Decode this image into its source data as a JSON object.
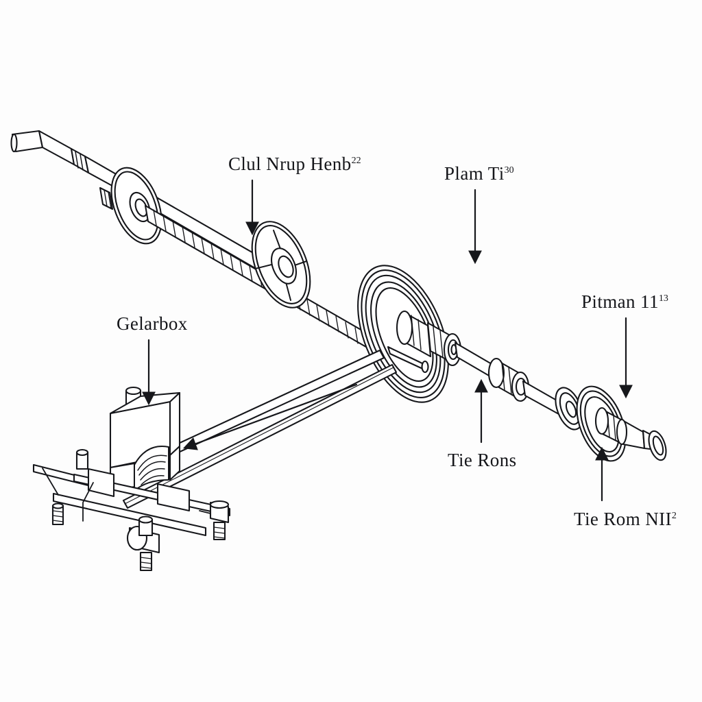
{
  "figure": {
    "kind": "exploded-mechanical-assembly-line-drawing",
    "background_color": "#fdfdfd",
    "ink_color": "#16171b",
    "description": "Isometric line drawing of a steering / drive shaft assembly with wheels, gearbox and tie rods"
  },
  "labels": [
    {
      "id": "clutch-nrup-henb",
      "text": "Clul Nrup Henb",
      "superscript": "22",
      "leader": "vertical-arrow-down"
    },
    {
      "id": "plam-ti",
      "text": "Plam Ti",
      "superscript": "30",
      "leader": "vertical-arrow-down"
    },
    {
      "id": "pitman",
      "text": "Pitman 11",
      "superscript": "13",
      "leader": "vertical-arrow-down"
    },
    {
      "id": "gearbox",
      "text": "Gelarbox",
      "superscript": "",
      "leader": "vertical-arrow-down"
    },
    {
      "id": "tie-rons",
      "text": "Tie Rons",
      "superscript": "",
      "leader": "vertical-arrow-up"
    },
    {
      "id": "tie-rom-nii",
      "text": "Tie Rom NII",
      "superscript": "2",
      "leader": "vertical-arrow-up"
    }
  ],
  "parts": [
    {
      "id": "input-shaft-stub",
      "name": "tapered input shaft end"
    },
    {
      "id": "shaft-collar-1",
      "name": "shaft collar"
    },
    {
      "id": "clutch-disc",
      "name": "large clutch disc"
    },
    {
      "id": "splined-shaft",
      "name": "splined / threaded main shaft"
    },
    {
      "id": "spoked-wheel",
      "name": "spoked wheel"
    },
    {
      "id": "main-wheel",
      "name": "large main wheel with concentric rings"
    },
    {
      "id": "wheel-hub",
      "name": "stepped wheel hub"
    },
    {
      "id": "coupling-bearing",
      "name": "coupling bearing"
    },
    {
      "id": "small-flange",
      "name": "small flange"
    },
    {
      "id": "pitman-pulley",
      "name": "pitman arm pulley disc"
    },
    {
      "id": "output-stub",
      "name": "stepped output stub and end cap ring"
    },
    {
      "id": "gearbox-housing",
      "name": "gearbox housing with cylindrical boss"
    },
    {
      "id": "tie-rod-upper",
      "name": "upper tie rod"
    },
    {
      "id": "tie-rod-lower",
      "name": "lower tie rod"
    },
    {
      "id": "mounting-frame",
      "name": "mounting frame rails"
    },
    {
      "id": "mount-bolts",
      "name": "mounting bolts and clamp brackets"
    }
  ]
}
